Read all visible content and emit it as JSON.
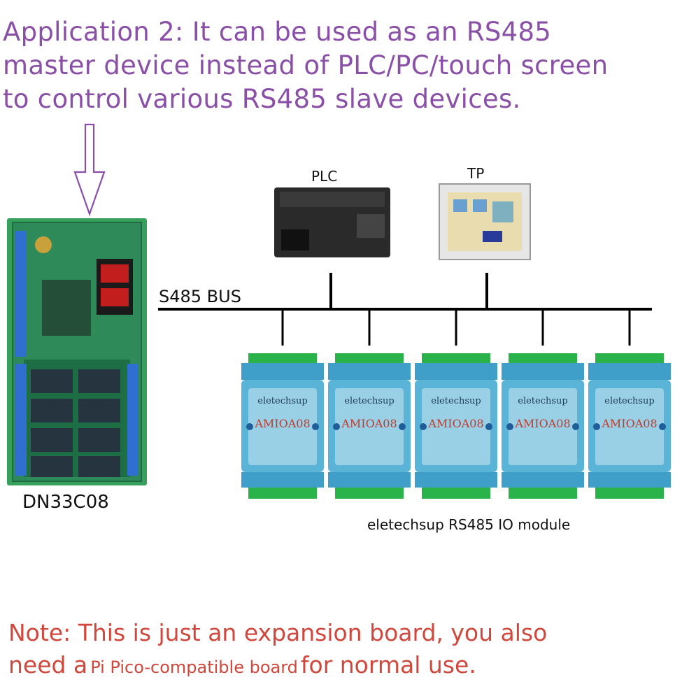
{
  "headline": {
    "lines": [
      "Application 2: It can be used as an RS485",
      "master device instead of PLC/PC/touch screen",
      "to control various RS485 slave devices."
    ]
  },
  "labels": {
    "plc": "PLC",
    "tp": "TP",
    "bus": "S485 BUS",
    "board": "DN33C08",
    "io_caption": "eletechsup RS485 IO module"
  },
  "module": {
    "brand": "eletechsup",
    "model": "AMIOA08"
  },
  "module_count": 5,
  "note": {
    "part1": "Note: This is just an expansion board, you also",
    "part2": "need a",
    "part3": "Pi Pico-compatible board",
    "part4": "for normal use."
  },
  "colors": {
    "headline": "#8a4fa6",
    "note": "#d0473c",
    "board_pcb": "#2f8a5a",
    "din_rail": "#37a05c",
    "module_body": "#5ab4d8",
    "terminal": "#2bb34b",
    "bus_line": "#000000"
  }
}
